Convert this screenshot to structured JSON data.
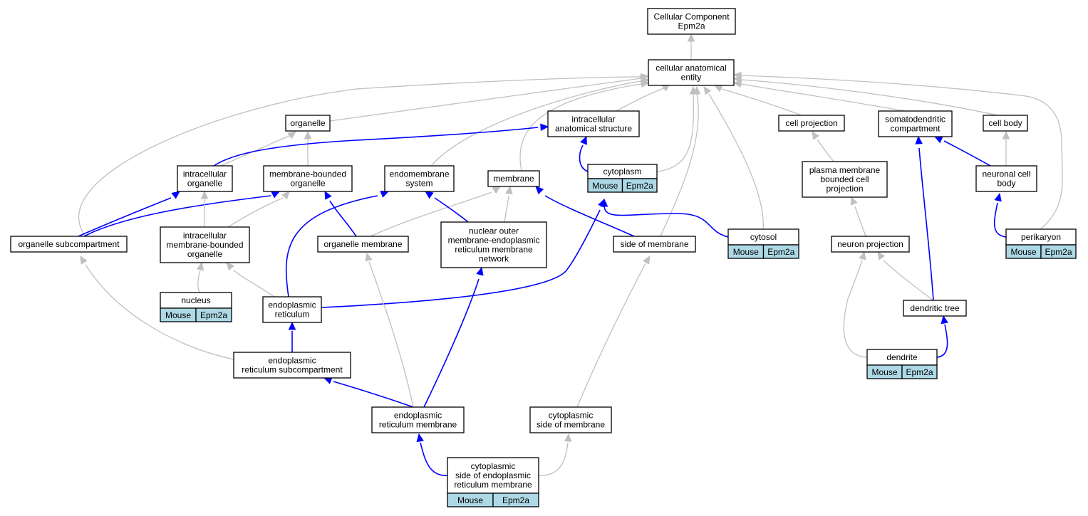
{
  "diagram": {
    "nodes": [
      {
        "id": "cc-root",
        "lines": [
          "Cellular Component",
          "Epm2a"
        ]
      },
      {
        "id": "cellular-anatomical-entity",
        "lines": [
          "cellular anatomical",
          "entity"
        ]
      },
      {
        "id": "organelle",
        "lines": [
          "organelle"
        ]
      },
      {
        "id": "intracellular-anatomical-structure",
        "lines": [
          "intracellular",
          "anatomical structure"
        ]
      },
      {
        "id": "cell-projection",
        "lines": [
          "cell projection"
        ]
      },
      {
        "id": "somatodendritic-compartment",
        "lines": [
          "somatodendritic",
          "compartment"
        ]
      },
      {
        "id": "cell-body",
        "lines": [
          "cell body"
        ]
      },
      {
        "id": "intracellular-organelle",
        "lines": [
          "intracellular",
          "organelle"
        ]
      },
      {
        "id": "membrane-bounded-organelle",
        "lines": [
          "membrane-bounded",
          "organelle"
        ]
      },
      {
        "id": "endomembrane-system",
        "lines": [
          "endomembrane",
          "system"
        ]
      },
      {
        "id": "membrane",
        "lines": [
          "membrane"
        ]
      },
      {
        "id": "cytoplasm",
        "lines": [
          "cytoplasm"
        ],
        "annotation": [
          "Mouse",
          "Epm2a"
        ]
      },
      {
        "id": "plasma-membrane-bounded-cell-projection",
        "lines": [
          "plasma membrane",
          "bounded cell",
          "projection"
        ]
      },
      {
        "id": "neuronal-cell-body",
        "lines": [
          "neuronal cell",
          "body"
        ]
      },
      {
        "id": "organelle-subcompartment",
        "lines": [
          "organelle subcompartment"
        ]
      },
      {
        "id": "intracellular-membrane-bounded-organelle",
        "lines": [
          "intracellular",
          "membrane-bounded",
          "organelle"
        ]
      },
      {
        "id": "organelle-membrane",
        "lines": [
          "organelle membrane"
        ]
      },
      {
        "id": "nuclear-outer-membrane-er-network",
        "lines": [
          "nuclear outer",
          "membrane-endoplasmic",
          "reticulum membrane",
          "network"
        ]
      },
      {
        "id": "side-of-membrane",
        "lines": [
          "side of membrane"
        ]
      },
      {
        "id": "cytosol",
        "lines": [
          "cytosol"
        ],
        "annotation": [
          "Mouse",
          "Epm2a"
        ]
      },
      {
        "id": "neuron-projection",
        "lines": [
          "neuron projection"
        ]
      },
      {
        "id": "perikaryon",
        "lines": [
          "perikaryon"
        ],
        "annotation": [
          "Mouse",
          "Epm2a"
        ]
      },
      {
        "id": "nucleus",
        "lines": [
          "nucleus"
        ],
        "annotation": [
          "Mouse",
          "Epm2a"
        ]
      },
      {
        "id": "endoplasmic-reticulum",
        "lines": [
          "endoplasmic",
          "reticulum"
        ]
      },
      {
        "id": "dendritic-tree",
        "lines": [
          "dendritic tree"
        ]
      },
      {
        "id": "dendrite",
        "lines": [
          "dendrite"
        ],
        "annotation": [
          "Mouse",
          "Epm2a"
        ]
      },
      {
        "id": "er-subcompartment",
        "lines": [
          "endoplasmic",
          "reticulum subcompartment"
        ]
      },
      {
        "id": "er-membrane",
        "lines": [
          "endoplasmic",
          "reticulum membrane"
        ]
      },
      {
        "id": "cytoplasmic-side-of-membrane",
        "lines": [
          "cytoplasmic",
          "side of membrane"
        ]
      },
      {
        "id": "cytoplasmic-side-of-er-membrane",
        "lines": [
          "cytoplasmic",
          "side of endoplasmic",
          "reticulum membrane"
        ],
        "annotation": [
          "Mouse",
          "Epm2a"
        ]
      }
    ],
    "edges": [
      {
        "from": "cellular-anatomical-entity",
        "to": "cc-root",
        "type": "is_a"
      },
      {
        "from": "organelle",
        "to": "cellular-anatomical-entity",
        "type": "is_a"
      },
      {
        "from": "intracellular-anatomical-structure",
        "to": "cellular-anatomical-entity",
        "type": "is_a"
      },
      {
        "from": "cell-projection",
        "to": "cellular-anatomical-entity",
        "type": "is_a"
      },
      {
        "from": "somatodendritic-compartment",
        "to": "cellular-anatomical-entity",
        "type": "is_a"
      },
      {
        "from": "cell-body",
        "to": "cellular-anatomical-entity",
        "type": "is_a"
      },
      {
        "from": "endomembrane-system",
        "to": "cellular-anatomical-entity",
        "type": "is_a"
      },
      {
        "from": "membrane",
        "to": "cellular-anatomical-entity",
        "type": "is_a"
      },
      {
        "from": "cytoplasm",
        "to": "cellular-anatomical-entity",
        "type": "is_a"
      },
      {
        "from": "cytosol",
        "to": "cellular-anatomical-entity",
        "type": "is_a"
      },
      {
        "from": "side-of-membrane",
        "to": "cellular-anatomical-entity",
        "type": "is_a"
      },
      {
        "from": "organelle-subcompartment",
        "to": "cellular-anatomical-entity",
        "type": "is_a"
      },
      {
        "from": "perikaryon",
        "to": "cellular-anatomical-entity",
        "type": "is_a"
      },
      {
        "from": "intracellular-organelle",
        "to": "organelle",
        "type": "is_a"
      },
      {
        "from": "membrane-bounded-organelle",
        "to": "organelle",
        "type": "is_a"
      },
      {
        "from": "intracellular-organelle",
        "to": "intracellular-anatomical-structure",
        "type": "part_of"
      },
      {
        "from": "cytoplasm",
        "to": "intracellular-anatomical-structure",
        "type": "part_of"
      },
      {
        "from": "plasma-membrane-bounded-cell-projection",
        "to": "cell-projection",
        "type": "is_a"
      },
      {
        "from": "neuronal-cell-body",
        "to": "cell-body",
        "type": "is_a"
      },
      {
        "from": "neuronal-cell-body",
        "to": "somatodendritic-compartment",
        "type": "part_of"
      },
      {
        "from": "organelle-subcompartment",
        "to": "intracellular-organelle",
        "type": "part_of"
      },
      {
        "from": "organelle-subcompartment",
        "to": "membrane-bounded-organelle",
        "type": "part_of"
      },
      {
        "from": "intracellular-membrane-bounded-organelle",
        "to": "intracellular-organelle",
        "type": "is_a"
      },
      {
        "from": "intracellular-membrane-bounded-organelle",
        "to": "membrane-bounded-organelle",
        "type": "is_a"
      },
      {
        "from": "organelle-membrane",
        "to": "membrane-bounded-organelle",
        "type": "part_of"
      },
      {
        "from": "organelle-membrane",
        "to": "membrane",
        "type": "is_a"
      },
      {
        "from": "nuclear-outer-membrane-er-network",
        "to": "endomembrane-system",
        "type": "part_of"
      },
      {
        "from": "nuclear-outer-membrane-er-network",
        "to": "membrane",
        "type": "is_a"
      },
      {
        "from": "side-of-membrane",
        "to": "membrane",
        "type": "part_of"
      },
      {
        "from": "cytosol",
        "to": "cytoplasm",
        "type": "part_of"
      },
      {
        "from": "neuron-projection",
        "to": "plasma-membrane-bounded-cell-projection",
        "type": "is_a"
      },
      {
        "from": "perikaryon",
        "to": "neuronal-cell-body",
        "type": "part_of"
      },
      {
        "from": "nucleus",
        "to": "intracellular-membrane-bounded-organelle",
        "type": "is_a"
      },
      {
        "from": "endoplasmic-reticulum",
        "to": "intracellular-membrane-bounded-organelle",
        "type": "is_a"
      },
      {
        "from": "endoplasmic-reticulum",
        "to": "endomembrane-system",
        "type": "part_of"
      },
      {
        "from": "endoplasmic-reticulum",
        "to": "cytoplasm",
        "type": "part_of"
      },
      {
        "from": "dendritic-tree",
        "to": "neuron-projection",
        "type": "is_a"
      },
      {
        "from": "dendritic-tree",
        "to": "somatodendritic-compartment",
        "type": "part_of"
      },
      {
        "from": "dendrite",
        "to": "neuron-projection",
        "type": "is_a"
      },
      {
        "from": "dendrite",
        "to": "dendritic-tree",
        "type": "part_of"
      },
      {
        "from": "er-subcompartment",
        "to": "endoplasmic-reticulum",
        "type": "part_of"
      },
      {
        "from": "er-subcompartment",
        "to": "organelle-subcompartment",
        "type": "is_a"
      },
      {
        "from": "er-membrane",
        "to": "er-subcompartment",
        "type": "part_of"
      },
      {
        "from": "er-membrane",
        "to": "organelle-membrane",
        "type": "is_a"
      },
      {
        "from": "er-membrane",
        "to": "nuclear-outer-membrane-er-network",
        "type": "part_of"
      },
      {
        "from": "cytoplasmic-side-of-membrane",
        "to": "side-of-membrane",
        "type": "is_a"
      },
      {
        "from": "cytoplasmic-side-of-er-membrane",
        "to": "er-membrane",
        "type": "part_of"
      },
      {
        "from": "cytoplasmic-side-of-er-membrane",
        "to": "cytoplasmic-side-of-membrane",
        "type": "is_a"
      }
    ],
    "colors": {
      "is_a_edge": "#c0c0c0",
      "part_of_edge": "#0000ff",
      "annotation_fill": "#add8e6",
      "node_border": "#000000",
      "node_fill": "#ffffff"
    }
  }
}
